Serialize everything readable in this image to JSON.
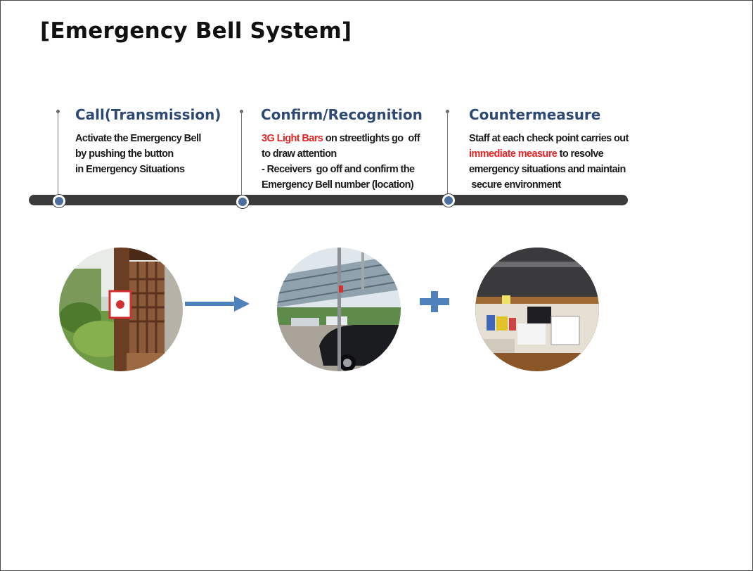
{
  "slide": {
    "title": "[Emergency Bell System]"
  },
  "steps": [
    {
      "title": "Call(Transmission)",
      "lines": [
        "Activate the Emergency Bell",
        "by pushing the button",
        "in Emergency Situations"
      ]
    },
    {
      "title": "Confirm/Recognition",
      "line1_highlight": "3G Light Bars",
      "line1_rest": " on streetlights go  off",
      "line2": "to draw attention",
      "line3": "- Receivers  go off and confirm the",
      "line4": "Emergency Bell number (location)"
    },
    {
      "title": "Countermeasure",
      "line1": "Staff at each check point carries out",
      "line2_highlight": "immediate measure",
      "line2_rest": " to resolve",
      "line3": "emergency situations and maintain",
      "line4": " secure environment"
    }
  ],
  "colors": {
    "title_blue": "#2e4a72",
    "highlight_red": "#e32424",
    "timeline": "#3b3b3b",
    "arrow_blue": "#4f81bd"
  },
  "icons": {
    "arrow": "right-arrow-icon",
    "plus": "plus-icon"
  }
}
